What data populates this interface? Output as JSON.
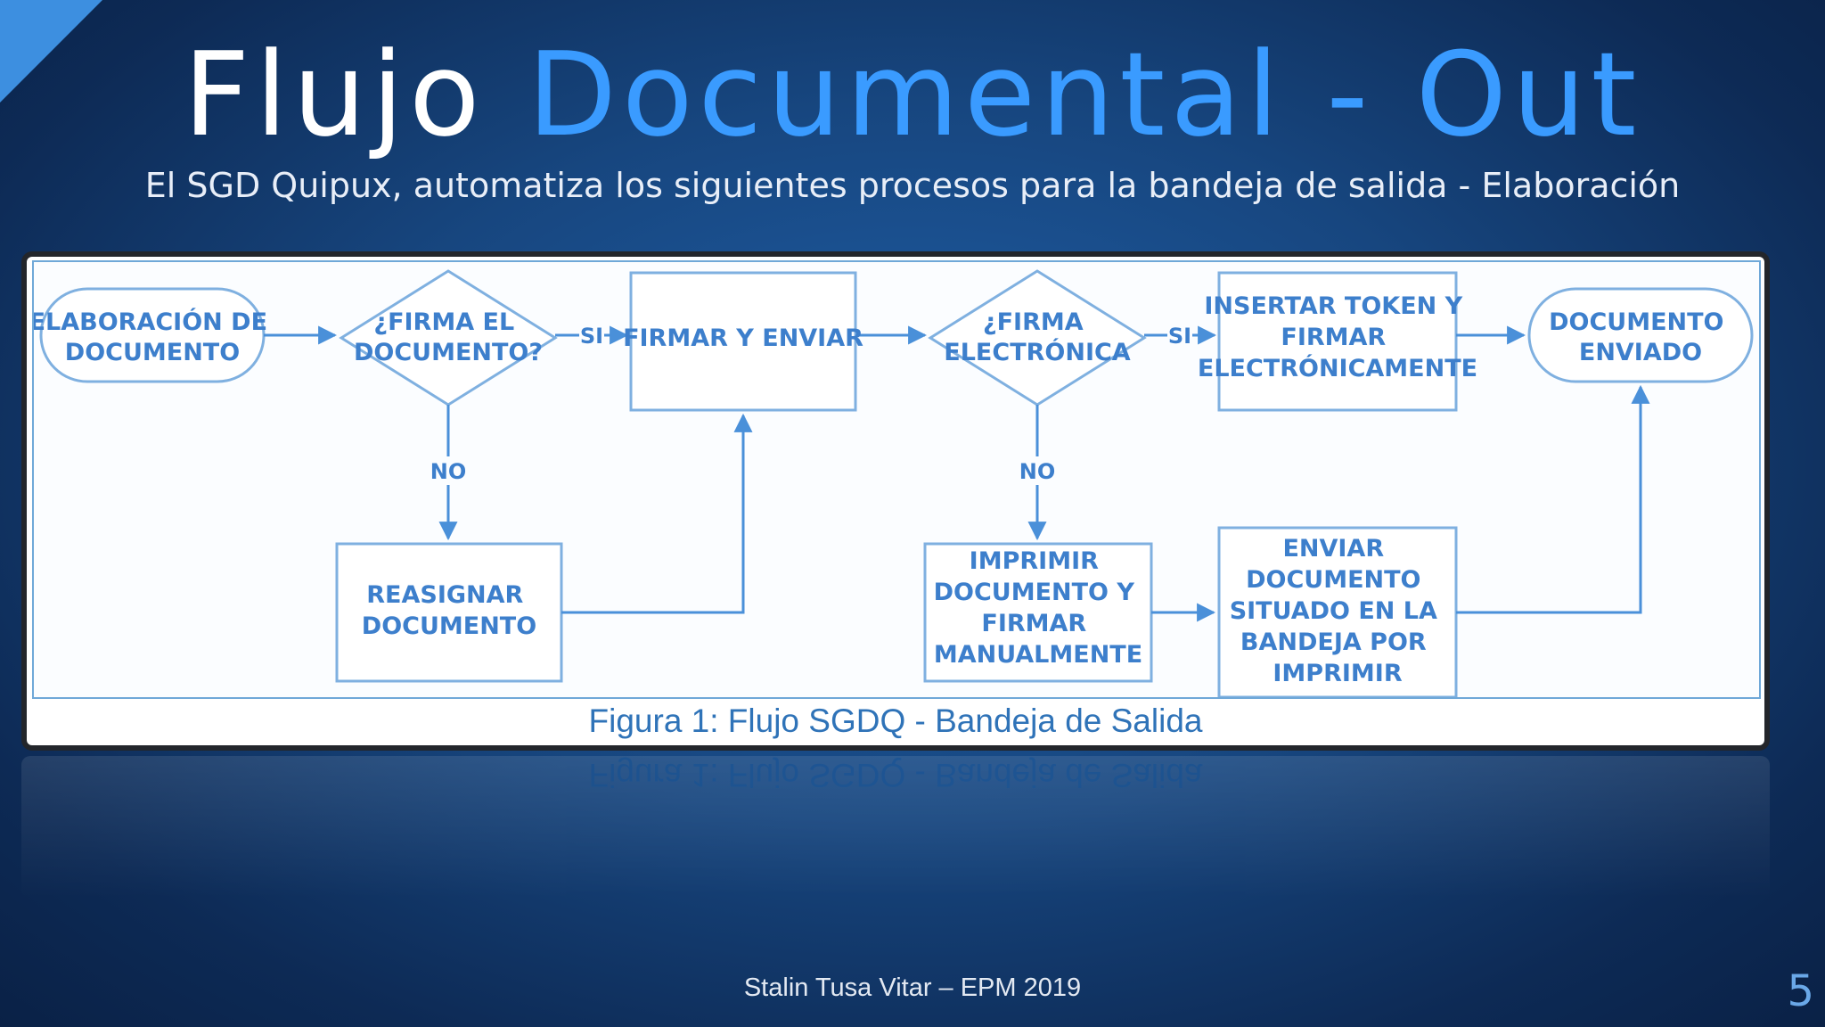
{
  "slide": {
    "title_part1": "Flujo",
    "title_part2": "Documental - Out",
    "subtitle": "El SGD Quipux, automatiza los siguientes procesos para la bandeja de salida - Elaboración",
    "footer": "Stalin Tusa Vitar – EPM 2019",
    "page_number": "5"
  },
  "figure": {
    "caption": "Figura 1: Flujo SGDQ - Bandeja de Salida",
    "nodes": {
      "elaboracion": [
        "ELABORACIÓN DE",
        "DOCUMENTO"
      ],
      "firma_documento": [
        "¿FIRMA EL",
        "DOCUMENTO?"
      ],
      "firmar_enviar": [
        "FIRMAR Y ENVIAR"
      ],
      "firma_electronica": [
        "¿FIRMA",
        "ELECTRÓNICA"
      ],
      "insertar_token": [
        "INSERTAR TOKEN Y",
        "FIRMAR",
        "ELECTRÓNICAMENTE"
      ],
      "documento_enviado": [
        "DOCUMENTO",
        "ENVIADO"
      ],
      "reasignar": [
        "REASIGNAR",
        "DOCUMENTO"
      ],
      "imprimir": [
        "IMPRIMIR",
        "DOCUMENTO Y",
        "FIRMAR",
        "MANUALMENTE"
      ],
      "enviar_bandeja": [
        "ENVIAR",
        "DOCUMENTO",
        "SITUADO EN LA",
        "BANDEJA POR",
        "IMPRIMIR"
      ]
    },
    "labels": {
      "si_1": "SI",
      "si_2": "SI",
      "no_1": "NO",
      "no_2": "NO"
    }
  },
  "colors": {
    "diagram_stroke": "#4a90d9",
    "diagram_text": "#3d7fcc",
    "title_accent": "#3a9bff"
  }
}
